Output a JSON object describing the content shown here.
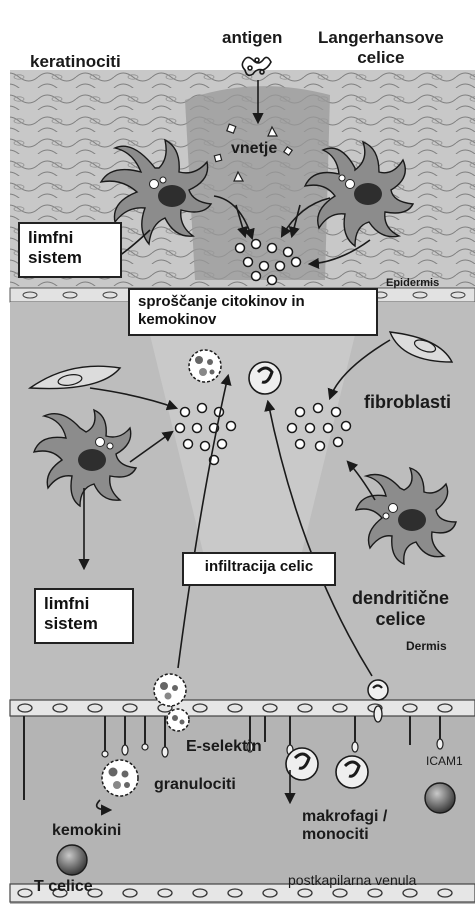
{
  "labels": {
    "antigen": "antigen",
    "langerhans": "Langerhansove\ncelice",
    "keratinocytes": "keratinociti",
    "inflammation": "vnetje",
    "epidermis": "Epidermis",
    "fibroblasts": "fibroblasti",
    "dendritic_cells": "dendritične\ncelice",
    "dermis": "Dermis",
    "e_selectin": "E-selektin",
    "granulocytes": "granulociti",
    "icam1": "ICAM1",
    "chemokines": "kemokini",
    "macrophages": "makrofagi /\nmonociti",
    "t_cells": "T celice",
    "venule": "postkapilarna venula"
  },
  "boxes": {
    "lymph_top": "limfni\nsistem",
    "release": "sproščanje citokinov in\nkemokinov",
    "infiltration": "infiltracija celic",
    "lymph_bottom": "limfni\nsistem"
  },
  "colors": {
    "epidermis_bg": "#c8c8c8",
    "dermis_bg": "#bdbdbd",
    "vessel_bg": "#b4b4b4",
    "cell_body": "#8c8c8c",
    "nucleus": "#2e2e2e",
    "outline": "#1a1a1a"
  }
}
